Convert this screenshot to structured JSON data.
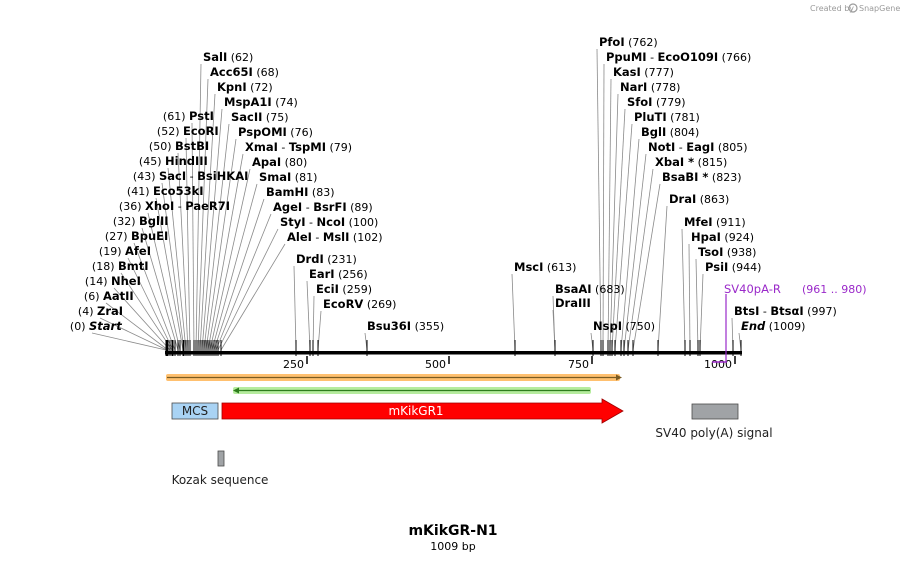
{
  "credit": {
    "prefix": "Created by",
    "brand": "SnapGene",
    "logo_icon": "snapgene-logo-icon"
  },
  "title": {
    "name": "mKikGR-N1",
    "length": "1009 bp"
  },
  "colors": {
    "cds": "#ff0000",
    "mcs": "#a9d3f4",
    "misc": "#a0a3a6",
    "primer": "#9a29c9",
    "orf_orange": "#ffc06f",
    "orf_green": "#b6ec9e"
  },
  "ruler": {
    "ticks": [
      "250",
      "500",
      "750",
      "1000"
    ]
  },
  "sites": [
    {
      "name": "Start",
      "pos": "(0)",
      "italic": true
    },
    {
      "name": "ZraI",
      "pos": "(4)"
    },
    {
      "name": "AatII",
      "pos": "(6)"
    },
    {
      "name": "NheI",
      "pos": "(14)"
    },
    {
      "name": "BmtI",
      "pos": "(18)"
    },
    {
      "name": "AfeI",
      "pos": "(19)"
    },
    {
      "name": "BpuEI",
      "pos": "(27)"
    },
    {
      "name": "BglII",
      "pos": "(32)"
    },
    {
      "name": "XhoI",
      "name2": "PaeR7I",
      "pos": "(36)"
    },
    {
      "name": "Eco53kI",
      "pos": "(41)"
    },
    {
      "name": "SacI",
      "name2": "BsiHKAI",
      "pos": "(43)"
    },
    {
      "name": "HindIII",
      "pos": "(45)"
    },
    {
      "name": "BstBI",
      "pos": "(50)"
    },
    {
      "name": "EcoRI",
      "pos": "(52)"
    },
    {
      "name": "PstI",
      "pos": "(61)"
    },
    {
      "name": "SalI",
      "pos": "(62)"
    },
    {
      "name": "Acc65I",
      "pos": "(68)"
    },
    {
      "name": "KpnI",
      "pos": "(72)"
    },
    {
      "name": "MspA1I",
      "pos": "(74)"
    },
    {
      "name": "SacII",
      "pos": "(75)"
    },
    {
      "name": "PspOMI",
      "pos": "(76)"
    },
    {
      "name": "XmaI",
      "name2": "TspMI",
      "pos": "(79)"
    },
    {
      "name": "ApaI",
      "pos": "(80)"
    },
    {
      "name": "SmaI",
      "pos": "(81)"
    },
    {
      "name": "BamHI",
      "pos": "(83)"
    },
    {
      "name": "AgeI",
      "name2": "BsrFI",
      "pos": "(89)"
    },
    {
      "name": "StyI",
      "name2": "NcoI",
      "pos": "(100)"
    },
    {
      "name": "AleI",
      "name2": "MslI",
      "pos": "(102)"
    },
    {
      "name": "DrdI",
      "pos": "(231)"
    },
    {
      "name": "EarI",
      "pos": "(256)"
    },
    {
      "name": "EciI",
      "pos": "(259)"
    },
    {
      "name": "EcoRV",
      "pos": "(269)"
    },
    {
      "name": "Bsu36I",
      "pos": "(355)"
    },
    {
      "name": "MscI",
      "pos": "(613)"
    },
    {
      "name": "BsaAI",
      "pos": "(683)"
    },
    {
      "name": "DraIII",
      "pos": ""
    },
    {
      "name": "NspI",
      "pos": "(750)"
    },
    {
      "name": "PfoI",
      "pos": "(762)"
    },
    {
      "name": "PpuMI",
      "name2": "EcoO109I",
      "pos": "(766)"
    },
    {
      "name": "KasI",
      "pos": "(777)"
    },
    {
      "name": "NarI",
      "pos": "(778)"
    },
    {
      "name": "SfoI",
      "pos": "(779)"
    },
    {
      "name": "PluTI",
      "pos": "(781)"
    },
    {
      "name": "BglI",
      "pos": "(804)"
    },
    {
      "name": "NotI",
      "name2": "EagI",
      "pos": "(805)"
    },
    {
      "name": "XbaI *",
      "pos": "(815)"
    },
    {
      "name": "BsaBI *",
      "pos": "(823)"
    },
    {
      "name": "DraI",
      "pos": "(863)"
    },
    {
      "name": "MfeI",
      "pos": "(911)"
    },
    {
      "name": "HpaI",
      "pos": "(924)"
    },
    {
      "name": "TsoI",
      "pos": "(938)"
    },
    {
      "name": "PsiI",
      "pos": "(944)"
    },
    {
      "name": "BtsI",
      "name2": "BtsαI",
      "pos": "(997)"
    },
    {
      "name": "End",
      "pos": "(1009)",
      "italic": true
    }
  ],
  "features": {
    "mcs": "MCS",
    "cds": "mKikGR1",
    "sv40": "SV40 poly(A) signal",
    "kozak": "Kozak sequence",
    "primer": "SV40pA-R",
    "primer_range": "(961 .. 980)"
  }
}
